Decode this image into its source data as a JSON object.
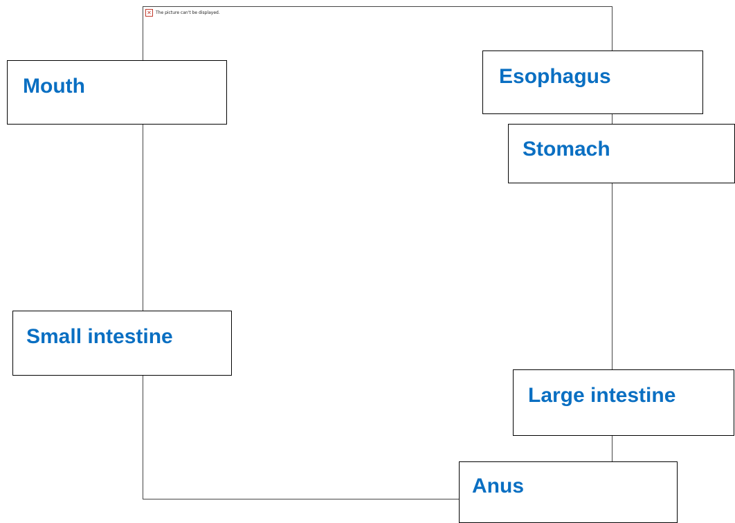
{
  "placeholder": {
    "icon": "broken-image-icon",
    "message": "The picture can't be displayed."
  },
  "colors": {
    "label": "#0a6fc2",
    "border": "#000000",
    "line": "#444444"
  },
  "organs": {
    "mouth": "Mouth",
    "esophagus": "Esophagus",
    "stomach": "Stomach",
    "small_intestine": "Small intestine",
    "large_intestine": "Large intestine",
    "anus": "Anus"
  }
}
